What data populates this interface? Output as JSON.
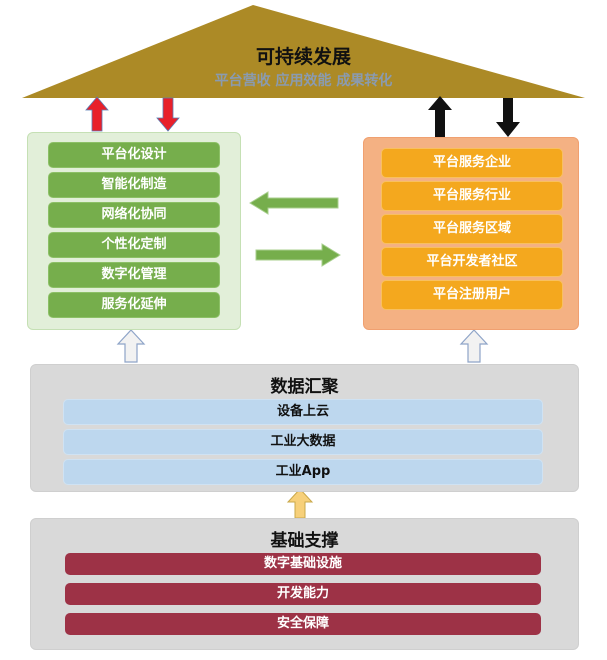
{
  "roof": {
    "title": "可持续发展",
    "subtitle": "平台营收  应用效能  成果转化"
  },
  "left_panel": {
    "items": [
      "平台化设计",
      "智能化制造",
      "网络化协同",
      "个性化定制",
      "数字化管理",
      "服务化延伸"
    ]
  },
  "right_panel": {
    "items": [
      "平台服务企业",
      "平台服务行业",
      "平台服务区域",
      "平台开发者社区",
      "平台注册用户"
    ]
  },
  "data_panel": {
    "title": "数据汇聚",
    "items": [
      "设备上云",
      "工业大数据",
      "工业App"
    ]
  },
  "base_panel": {
    "title": "基础支撑",
    "items": [
      "数字基础设施",
      "开发能力",
      "安全保障"
    ]
  },
  "colors": {
    "roof": "#ac8a26",
    "green": "#76ae4c",
    "orange": "#f4a81e",
    "blue": "#bdd7ee",
    "red": "#9d3246"
  }
}
